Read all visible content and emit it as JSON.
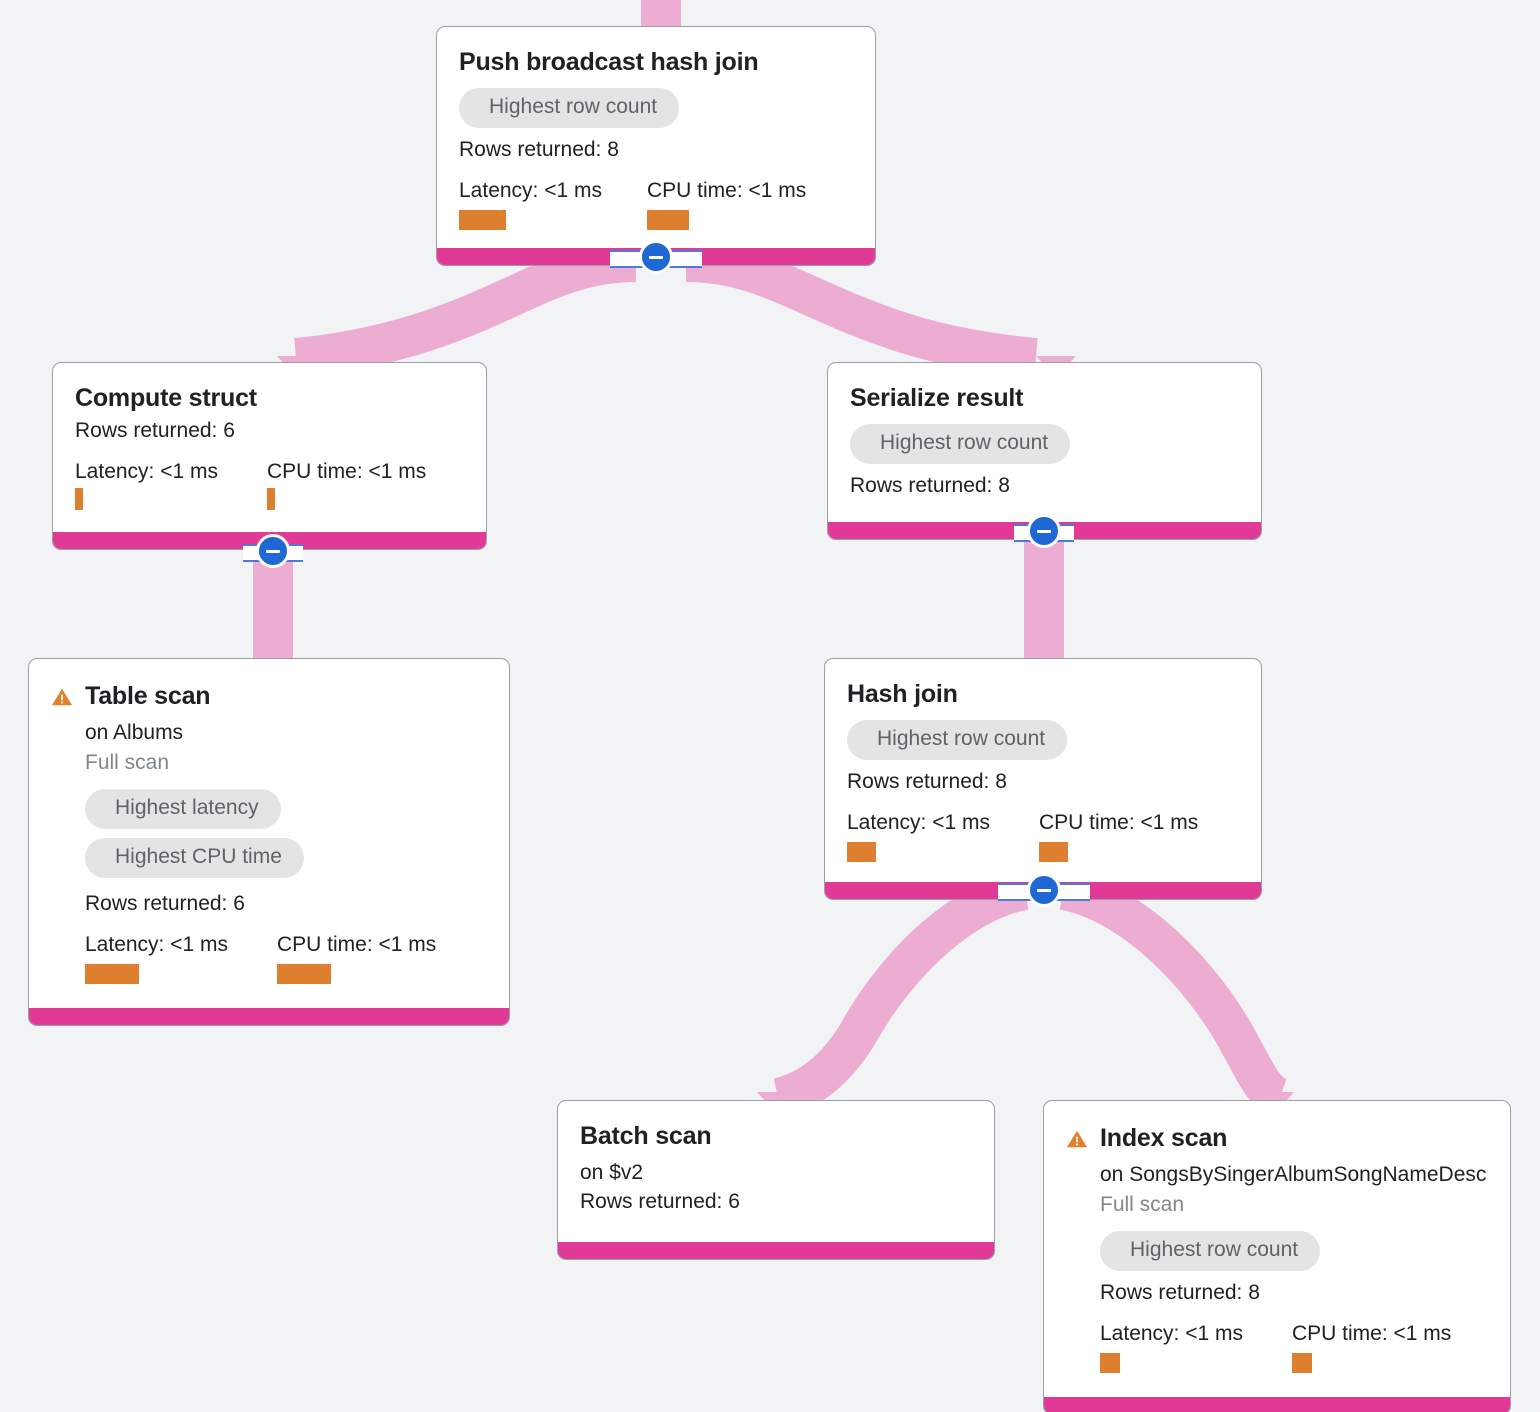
{
  "canvas": {
    "background": "#F1F3F4",
    "accent_footer": "#E03A96",
    "edge_color": "#EDADD3",
    "bar_color": "#DD7F2F",
    "chip_bg": "#E4E4E4",
    "chip_text": "#5F6368",
    "toggle_color": "#1F67D2",
    "warning_color": "#E2802A"
  },
  "labels": {
    "rows_prefix": "Rows returned:",
    "latency_prefix": "Latency:",
    "cpu_prefix": "CPU time:",
    "collapse_icon": "minus-circle-icon",
    "warning_icon": "warning-triangle-icon"
  },
  "nodes": [
    {
      "id": "push-broadcast-hash-join",
      "title": "Push broadcast hash join",
      "warning": false,
      "target": null,
      "scan_note": null,
      "chips": [
        "Highest row count"
      ],
      "rows": "Rows returned: 8",
      "latency": "Latency: <1 ms",
      "cpu": "CPU time: <1 ms",
      "latency_bar_width": 47,
      "cpu_bar_width": 42,
      "has_expander": true
    },
    {
      "id": "compute-struct",
      "title": "Compute struct",
      "warning": false,
      "target": null,
      "scan_note": null,
      "chips": [],
      "rows": "Rows returned: 6",
      "latency": "Latency: <1 ms",
      "cpu": "CPU time: <1 ms",
      "latency_bar_width": 8,
      "cpu_bar_width": 8,
      "has_expander": true
    },
    {
      "id": "serialize-result",
      "title": "Serialize result",
      "warning": false,
      "target": null,
      "scan_note": null,
      "chips": [
        "Highest row count"
      ],
      "rows": "Rows returned: 8",
      "latency": null,
      "cpu": null,
      "latency_bar_width": 0,
      "cpu_bar_width": 0,
      "has_expander": true
    },
    {
      "id": "table-scan",
      "title": "Table scan",
      "warning": true,
      "target": "on Albums",
      "scan_note": "Full scan",
      "chips": [
        "Highest latency",
        "Highest CPU time"
      ],
      "rows": "Rows returned: 6",
      "latency": "Latency: <1 ms",
      "cpu": "CPU time: <1 ms",
      "latency_bar_width": 54,
      "cpu_bar_width": 54,
      "has_expander": false
    },
    {
      "id": "hash-join",
      "title": "Hash join",
      "warning": false,
      "target": null,
      "scan_note": null,
      "chips": [
        "Highest row count"
      ],
      "rows": "Rows returned: 8",
      "latency": "Latency: <1 ms",
      "cpu": "CPU time: <1 ms",
      "latency_bar_width": 29,
      "cpu_bar_width": 29,
      "has_expander": true
    },
    {
      "id": "batch-scan",
      "title": "Batch scan",
      "warning": false,
      "target": "on $v2",
      "scan_note": null,
      "chips": [],
      "rows": "Rows returned: 6",
      "latency": null,
      "cpu": null,
      "latency_bar_width": 0,
      "cpu_bar_width": 0,
      "has_expander": false
    },
    {
      "id": "index-scan",
      "title": "Index scan",
      "warning": true,
      "target": "on SongsBySingerAlbumSongNameDesc",
      "scan_note": "Full scan",
      "chips": [
        "Highest row count"
      ],
      "rows": "Rows returned: 8",
      "latency": "Latency: <1 ms",
      "cpu": "CPU time: <1 ms",
      "latency_bar_width": 20,
      "cpu_bar_width": 20,
      "has_expander": false
    }
  ]
}
